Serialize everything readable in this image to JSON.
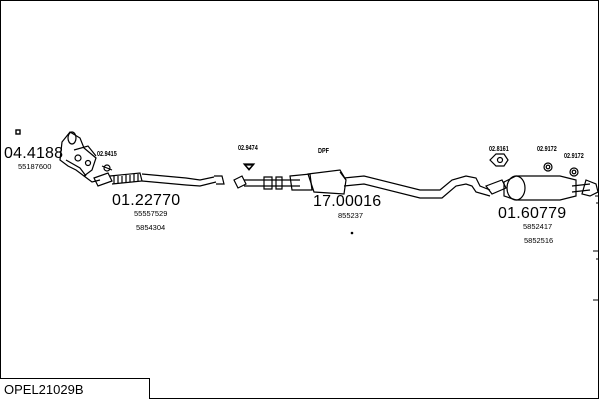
{
  "diagram": {
    "code": "OPEL21029B",
    "parts": [
      {
        "number": "04.4188",
        "refs": [
          "55187600"
        ]
      },
      {
        "number": "01.22770",
        "refs": [
          "55557529",
          "5854304"
        ]
      },
      {
        "number": "17.00016",
        "refs": [
          "855237"
        ]
      },
      {
        "number": "01.60779",
        "refs": [
          "5852417",
          "5852516"
        ]
      }
    ],
    "fittings": [
      "02.9415",
      "02.9474",
      "02.8161",
      "02.9172",
      "02.9172"
    ],
    "dpf_label": "DPF"
  }
}
